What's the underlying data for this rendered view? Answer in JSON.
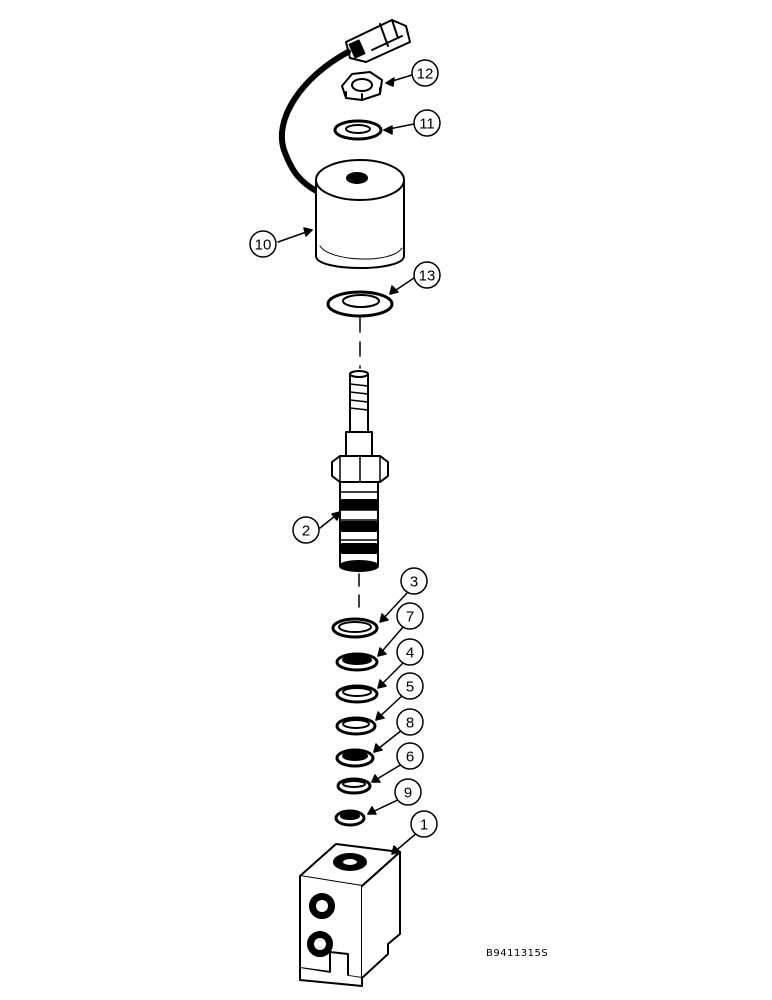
{
  "callouts": [
    {
      "id": "c12",
      "number": "12"
    },
    {
      "id": "c11",
      "number": "11"
    },
    {
      "id": "c10",
      "number": "10"
    },
    {
      "id": "c13",
      "number": "13"
    },
    {
      "id": "c2",
      "number": "2"
    },
    {
      "id": "c3",
      "number": "3"
    },
    {
      "id": "c7",
      "number": "7"
    },
    {
      "id": "c4",
      "number": "4"
    },
    {
      "id": "c5",
      "number": "5"
    },
    {
      "id": "c8",
      "number": "8"
    },
    {
      "id": "c6",
      "number": "6"
    },
    {
      "id": "c9",
      "number": "9"
    },
    {
      "id": "c1",
      "number": "1"
    }
  ],
  "figure_code": "B9411315S"
}
